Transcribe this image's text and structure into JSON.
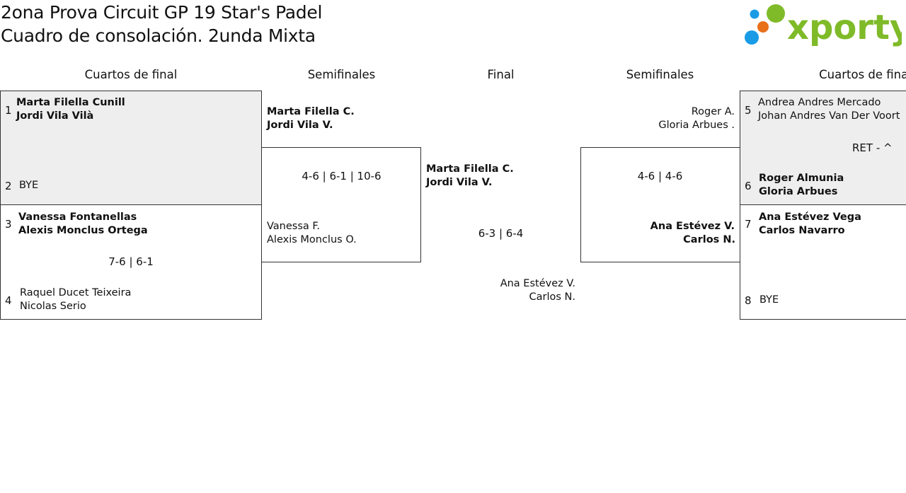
{
  "header": {
    "title_line1": "2ona Prova Circuit GP 19 Star's Padel",
    "title_line2": "Cuadro de consolación. 2unda Mixta",
    "logo_text": "xporty",
    "logo_colors": [
      "#1a9be6",
      "#e8701a",
      "#7fba28"
    ]
  },
  "rounds": {
    "left_quarters": "Cuartos de final",
    "left_semis": "Semifinales",
    "final": "Final",
    "right_semis": "Semifinales",
    "right_quarters": "Cuartos de final"
  },
  "left_quarters": {
    "match1": {
      "seed_a": "1",
      "player_a1": "Marta Filella Cunill",
      "player_a2": "Jordi Vila Vilà",
      "seed_b": "2",
      "player_b": "BYE"
    },
    "match2": {
      "seed_a": "3",
      "player_a1": "Vanessa Fontanellas",
      "player_a2": "Alexis Monclus Ortega",
      "score": "7-6 | 6-1",
      "seed_b": "4",
      "player_b1": "Raquel Ducet Teixeira",
      "player_b2": "Nicolas Serio"
    }
  },
  "left_semis": {
    "team_a1": "Marta Filella C.",
    "team_a2": "Jordi Vila V.",
    "score": "4-6 | 6-1 | 10-6",
    "team_b1": "Vanessa F.",
    "team_b2": "Alexis Monclus O."
  },
  "final": {
    "team_a1": "Marta Filella C.",
    "team_a2": "Jordi Vila V.",
    "score": "6-3 | 6-4",
    "team_b1": "Ana Estévez V.",
    "team_b2": "Carlos N."
  },
  "right_semis": {
    "team_a1": "Roger A.",
    "team_a2": "Gloria Arbues .",
    "score": "4-6 | 4-6",
    "team_b1": "Ana Estévez V.",
    "team_b2": "Carlos N."
  },
  "right_quarters": {
    "match1": {
      "seed_a": "5",
      "player_a1": "Andrea Andres Mercado",
      "player_a2": "Johan Andres Van Der Voort",
      "score": "RET - ^",
      "seed_b": "6",
      "player_b1": "Roger Almunia",
      "player_b2": "Gloria Arbues"
    },
    "match2": {
      "seed_a": "7",
      "player_a1": "Ana Estévez Vega",
      "player_a2": "Carlos Navarro",
      "seed_b": "8",
      "player_b": "BYE"
    }
  }
}
